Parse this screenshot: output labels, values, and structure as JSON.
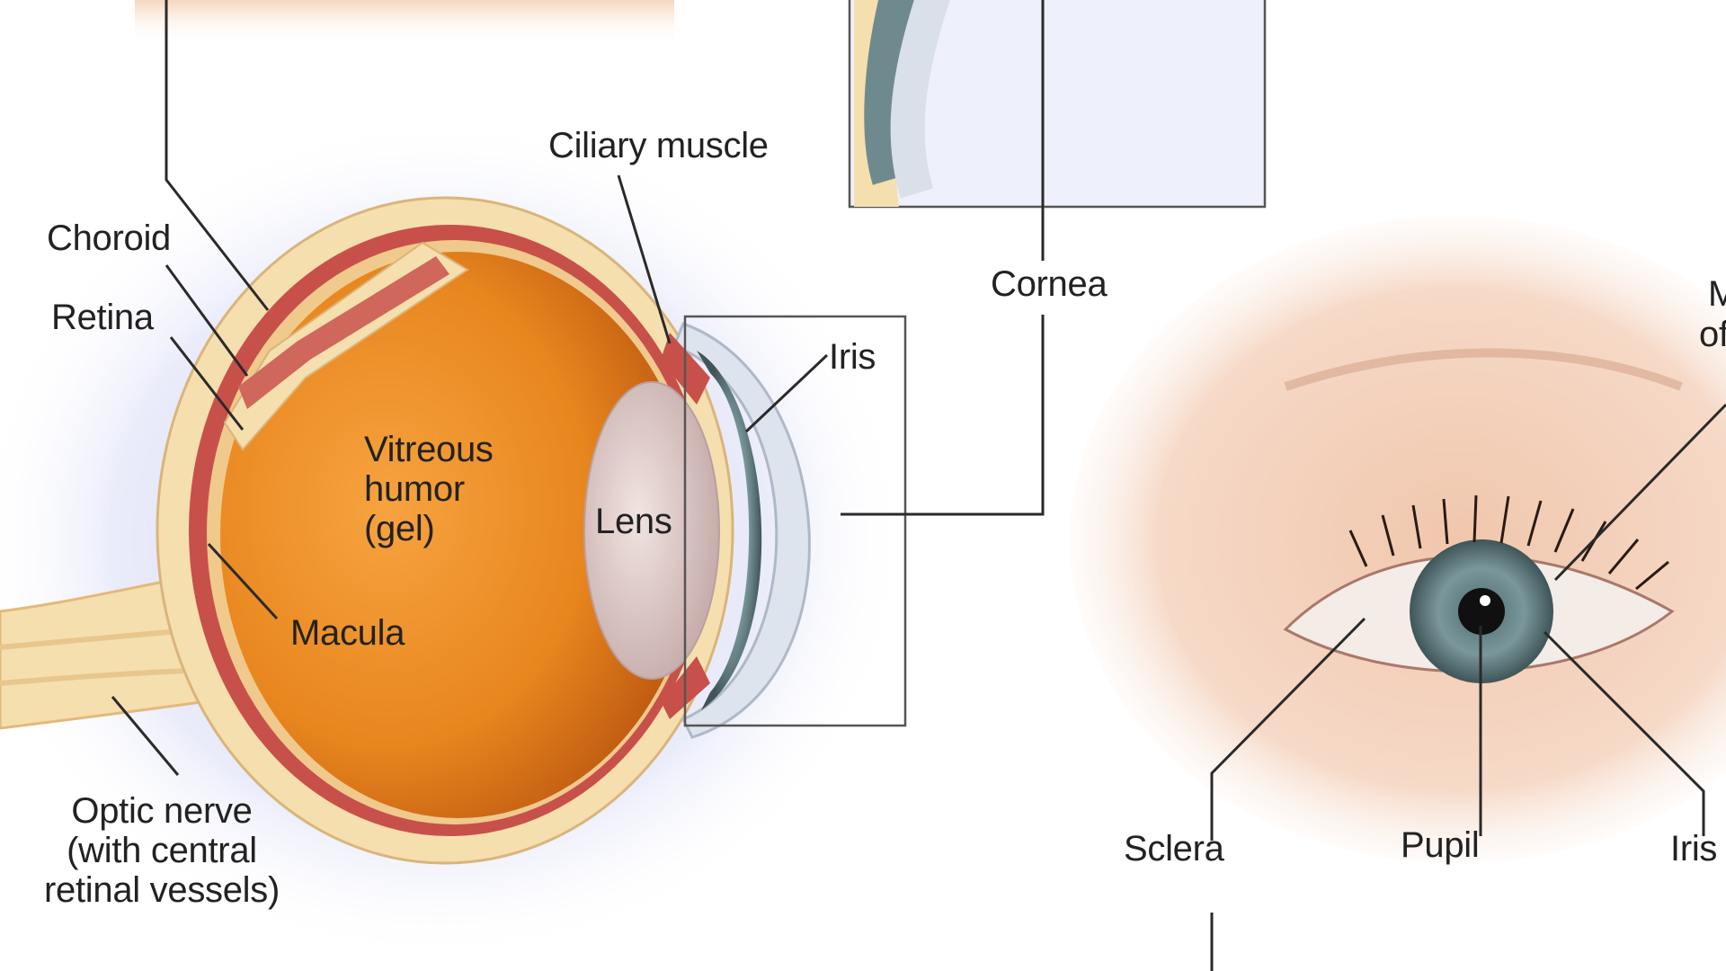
{
  "labels": {
    "ciliary_muscle": "Ciliary muscle",
    "choroid": "Choroid",
    "retina": "Retina",
    "cornea": "Cornea",
    "iris_section": "Iris",
    "vitreous_line1": "Vitreous",
    "vitreous_line2": "humor",
    "vitreous_line3": "(gel)",
    "lens": "Lens",
    "macula": "Macula",
    "optic_line1": "Optic nerve",
    "optic_line2": "(with central",
    "optic_line3": "retinal vessels)",
    "sclera": "Sclera",
    "pupil": "Pupil",
    "iris_front": "Iris",
    "cut_line1": "M",
    "cut_line2": "of"
  },
  "colors": {
    "vitreous": "#e8861e",
    "sclera_rim": "#f6dfae",
    "choroid": "#c8504a",
    "iris_blue": "#6f8a8f",
    "lens": "#d9c6c4",
    "skin": "#f2cfb9",
    "leader_line": "#2a2a2a",
    "frame": "#555555",
    "glow": "#c9cdf2"
  }
}
